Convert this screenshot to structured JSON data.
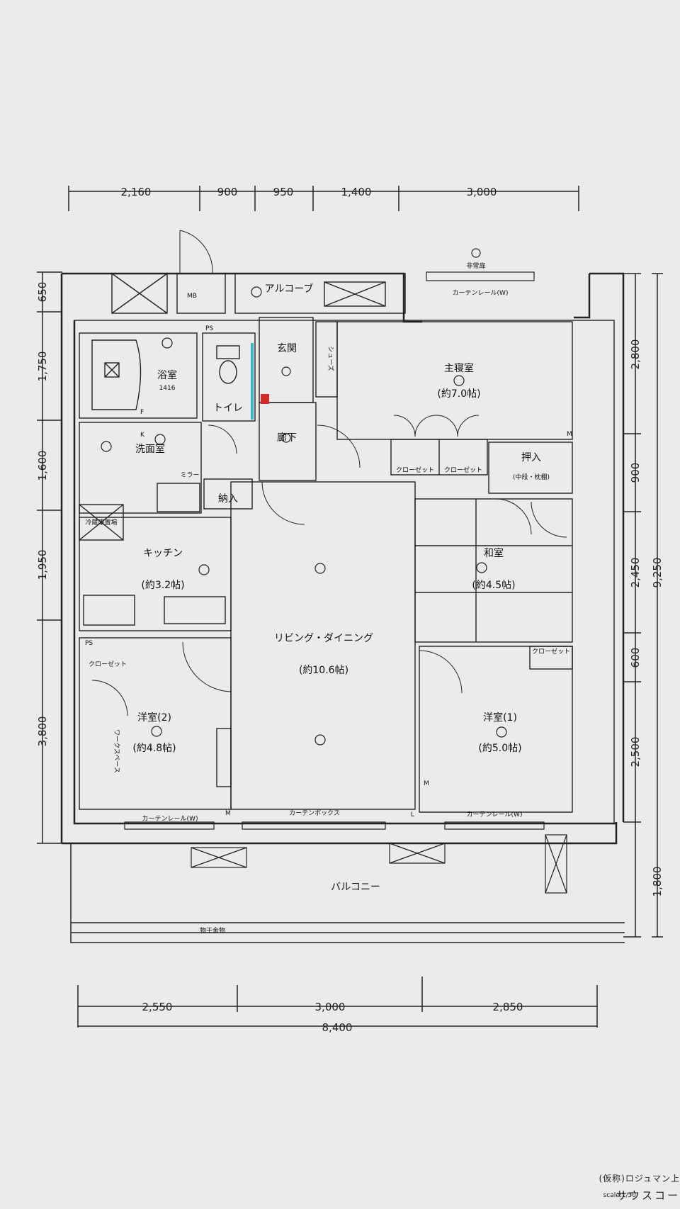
{
  "dimensions": {
    "top": [
      "2,160",
      "900",
      "950",
      "1,400",
      "3,000"
    ],
    "left": [
      "650",
      "1,750",
      "1,600",
      "1,950",
      "3,800"
    ],
    "right": [
      "2,800",
      "900",
      "2,450",
      "600",
      "2,500",
      "1,800"
    ],
    "right_total": "9,250",
    "bottom": [
      "2,550",
      "3,000",
      "2,850"
    ],
    "bottom_total": "8,400"
  },
  "rooms": {
    "alcove": "アルコーブ",
    "bath": "浴室",
    "bath_size": "1416",
    "toilet": "トイレ",
    "entrance": "玄関",
    "hallway": "廊下",
    "master_bedroom": "主寝室",
    "master_bedroom_size": "(約7.0帖)",
    "washroom": "洗面室",
    "storage": "納入",
    "closet_a": "クローゼット",
    "closet_b": "クローゼット",
    "oshiire": "押入",
    "oshiire_note": "(中段・枕棚)",
    "kitchen": "キッチン",
    "kitchen_size": "(約3.2帖)",
    "washitsu": "和室",
    "washitsu_size": "(約4.5帖)",
    "living": "リビング・ダイニング",
    "living_size": "(約10.6帖)",
    "closet_c": "クローゼット",
    "closet_d": "クローゼット",
    "western2": "洋室(2)",
    "western2_size": "(約4.8帖)",
    "western1": "洋室(1)",
    "western1_size": "(約5.0帖)",
    "balcony": "バルコニー",
    "curtain_rail_1": "カーテンレール(W)",
    "curtain_rail_2": "カーテンレール(W)",
    "curtain_rail_3": "カーテンボックス",
    "curtain_rail_4": "カーテンレール(W)",
    "laundry_pole": "物干金物",
    "fridge": "冷蔵庫置場",
    "shoes": "シューズ",
    "mirror": "ミラー",
    "first_aid": "非常扉",
    "western2_side": "ワークスペース"
  },
  "marks": {
    "M": "M",
    "L": "L",
    "K": "K",
    "F": "F",
    "PS": "PS",
    "meter": "MB"
  },
  "footer": {
    "line1": "(仮称)ロジュマン上",
    "line2": "scale:1/50",
    "line3": "サウスコー"
  }
}
